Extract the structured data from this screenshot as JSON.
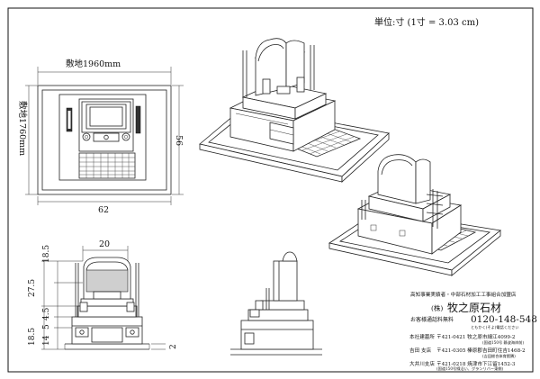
{
  "unit_note": "単位:寸 (1寸 = 3.03 cm)",
  "plan_view": {
    "width_label": "敷地1960mm",
    "height_label": "敷地1760mm",
    "dim_bottom": "62",
    "dim_right": "56"
  },
  "front_view": {
    "dim_top": "20",
    "dims_left": [
      "18.5",
      "27.5",
      "4.5",
      "5",
      "14",
      "18.5"
    ],
    "dim_right_bottom": "2"
  },
  "company": {
    "certification": "高知事業実績者・中部石材加工工事組合加盟店",
    "name_prefix": "(株)",
    "name": "牧之原石材",
    "tollfree_label": "お客様通話料無料",
    "tollfree_number": "0120-148-548",
    "tollfree_sub": "ともかく(そよ)電話ください",
    "offices": [
      {
        "name": "本社建墓所",
        "address": "〒421-0421 牧之原市細江4099-2",
        "note": "(国道150号 静波海岸前)"
      },
      {
        "name": "吉田 支店",
        "address": "〒421-0305 榛原郡吉田町住吉1468-2",
        "note": "(吉田総合体育館隣)"
      },
      {
        "name": "大井川支店",
        "address": "〒421-0218 焼津市下江留1452-3",
        "note": "(国道150号線沿い、グランリバー東側)"
      }
    ]
  }
}
